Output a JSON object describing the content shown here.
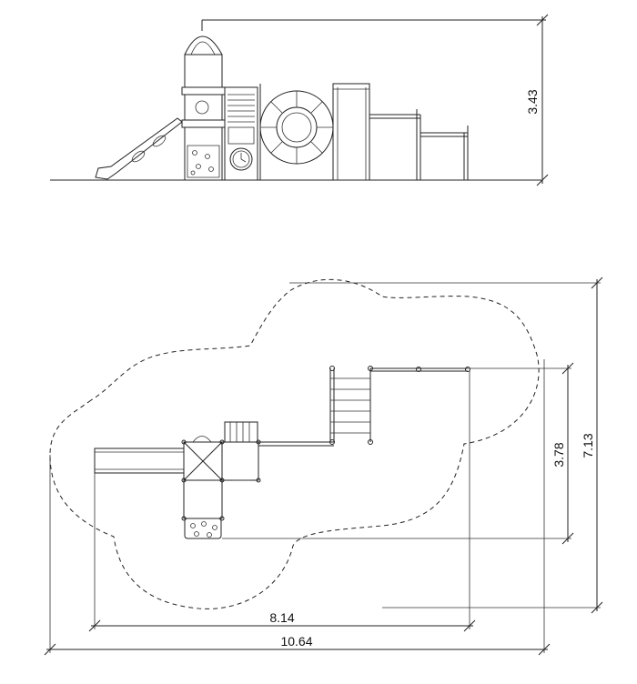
{
  "dimensions": {
    "elevation_height": "3.43",
    "plan_depth_inner": "3.78",
    "plan_depth_outer": "7.13",
    "plan_width_inner": "8.14",
    "plan_width_outer": "10.64"
  }
}
